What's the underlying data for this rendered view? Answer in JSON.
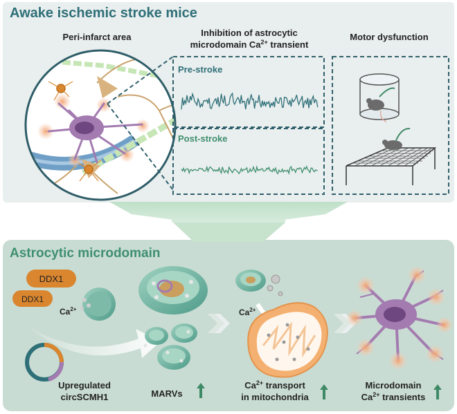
{
  "top_panel": {
    "title": "Awake ischemic stroke mice",
    "col1_label": "Peri-infarct area",
    "col2_label_line1": "Inhibition of astrocytic",
    "col2_label_line2_prefix": "microdomain Ca",
    "col2_label_line2_sup": "2+",
    "col2_label_line2_suffix": " transient",
    "col3_label": "Motor dysfunction",
    "trace_pre_label": "Pre-stroke",
    "trace_post_label": "Post-stroke"
  },
  "bottom_panel": {
    "title": "Astrocytic microdomain",
    "ddx1_a": "DDX1",
    "ddx1_b": "DDX1",
    "ca_label_1": "Ca",
    "ca_label_2": "Ca",
    "ca_sup": "2+",
    "circ_line1": "Upregulated",
    "circ_line2": "circSCMH1",
    "marvs": "MARVs",
    "transport_line1_prefix": "Ca",
    "transport_line1_sup": "2+",
    "transport_line1_suffix": " transport",
    "transport_line2": "in mitochondria",
    "micro_line1": "Microdomain",
    "micro_line2_prefix": "Ca",
    "micro_line2_sup": "2+",
    "micro_line2_suffix": " transients"
  },
  "colors": {
    "teal_title": "#2e6f78",
    "green_title": "#3f8f6f",
    "top_bg": "#e9eeee",
    "bottom_bg": "#c9dcd3",
    "dashed": "#2f5f6a",
    "astro_purple": "#a37bb0",
    "ddx1_orange": "#d9862f",
    "up_arrow": "#3f8a66"
  },
  "icons": [
    "brain-section-icon",
    "astrocyte-icon",
    "mouse-cylinder-icon",
    "grid-walk-icon",
    "vesicle-icon",
    "mitochondrion-icon",
    "circular-rna-icon",
    "up-arrow-icon",
    "right-arrow-icon"
  ]
}
